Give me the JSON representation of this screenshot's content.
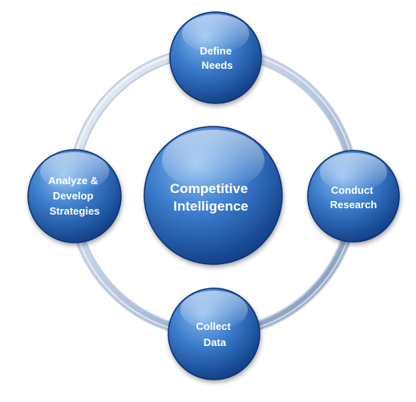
{
  "diagram": {
    "center": {
      "lines": [
        "Competitive",
        "Intelligence"
      ]
    },
    "nodes": [
      {
        "id": "define-needs",
        "lines": [
          "Define",
          "Needs"
        ]
      },
      {
        "id": "conduct-research",
        "lines": [
          "Conduct",
          "Research"
        ]
      },
      {
        "id": "collect-data",
        "lines": [
          "Collect",
          "Data"
        ]
      },
      {
        "id": "analyze-develop-strategies",
        "lines": [
          "Analyze &",
          "Develop",
          "Strategies"
        ]
      }
    ],
    "colors": {
      "node_light": "#6fa3e0",
      "node_mid": "#2f6fbf",
      "node_dark": "#0f3f86",
      "ring_light": "#e6eef8",
      "ring_mid": "#b9cbe2",
      "ring_dark": "#7f97b8",
      "text": "#ffffff"
    }
  }
}
